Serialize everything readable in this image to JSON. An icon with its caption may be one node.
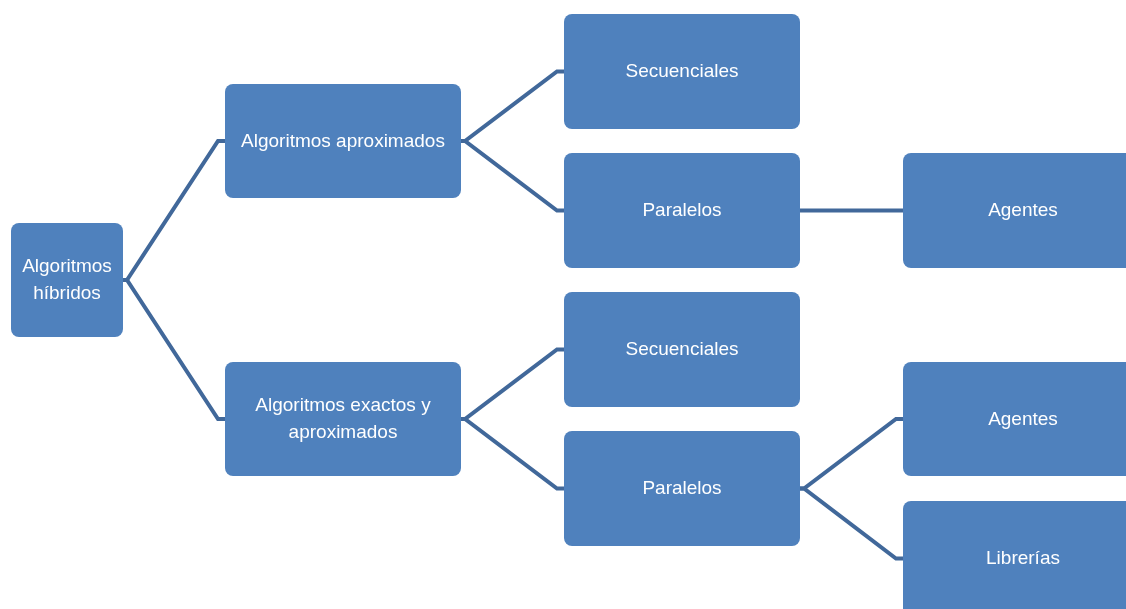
{
  "diagram": {
    "nodes": [
      {
        "text": [
          "Algoritmos híbridos"
        ]
      },
      {
        "text": [
          "Algoritmos aproximados"
        ]
      },
      {
        "text": [
          "Secuenciales"
        ]
      },
      {
        "text": [
          "Paralelos"
        ]
      },
      {
        "text": [
          "Agentes"
        ]
      },
      {
        "text": [
          "Algoritmos exactos y aproximados"
        ]
      },
      {
        "text": [
          "Secuenciales"
        ]
      },
      {
        "text": [
          "Paralelos"
        ]
      },
      {
        "text": [
          "Agentes"
        ]
      },
      {
        "text": [
          "Librerías"
        ]
      }
    ],
    "edges": [
      {
        "from": 0,
        "to": 1,
        "arrow": "none"
      },
      {
        "from": 0,
        "to": 5,
        "arrow": "none"
      },
      {
        "from": 1,
        "to": 2,
        "arrow": "none"
      },
      {
        "from": 1,
        "to": 3,
        "arrow": "none"
      },
      {
        "from": 3,
        "to": 4,
        "arrow": "none"
      },
      {
        "from": 5,
        "to": 6,
        "arrow": "none"
      },
      {
        "from": 5,
        "to": 7,
        "arrow": "none"
      },
      {
        "from": 7,
        "to": 8,
        "arrow": "none"
      },
      {
        "from": 7,
        "to": 9,
        "arrow": "none"
      }
    ]
  }
}
